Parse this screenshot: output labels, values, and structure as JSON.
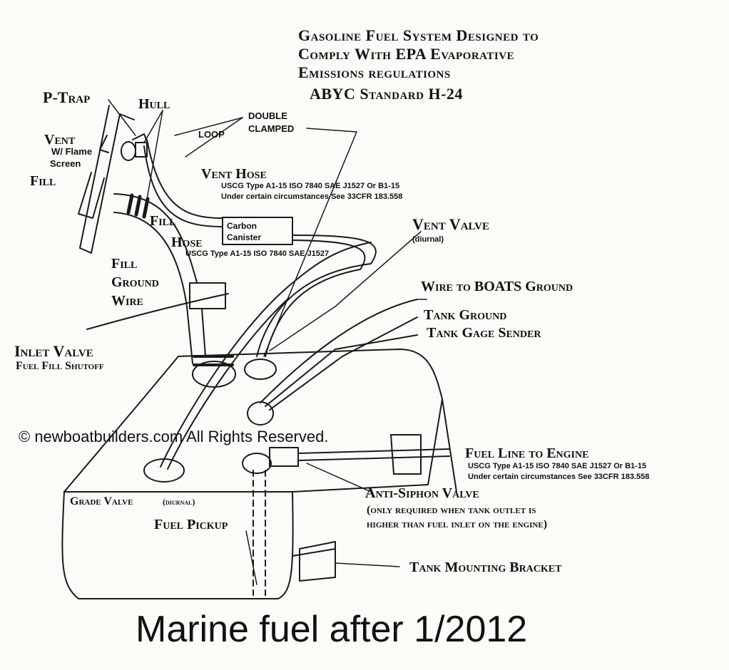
{
  "header": {
    "line1": "Gasoline Fuel System Designed to",
    "line2": "Comply With EPA Evaporative",
    "line3": "Emissions regulations",
    "line4": "ABYC Standard H-24"
  },
  "labels": {
    "p_trap": "P-Trap",
    "hull": "Hull",
    "double": "DOUBLE",
    "clamped": "CLAMPED",
    "loop": "LOOP",
    "vent": "Vent",
    "w_flame": "W/ Flame",
    "screen": "Screen",
    "fill": "Fill",
    "vent_hose": "Vent Hose",
    "vent_hose_spec1": "USCG Type A1-15 ISO 7840 SAE J1527 Or B1-15",
    "vent_hose_spec2": "Under certain circumstances See 33CFR 183.558",
    "fill_hose_1": "Fill",
    "fill_hose_2": "Hose",
    "carbon": "Carbon",
    "canister": "Canister",
    "fill_hose_spec": "USCG Type A1-15   ISO 7840     SAE J1527",
    "vent_valve": "Vent Valve",
    "diurnal": "(diurnal)",
    "fill_ground_1": "Fill",
    "fill_ground_2": "Ground",
    "fill_ground_3": "Wire",
    "wire_to_ground": "Wire to BOATS Ground",
    "tank_ground": "Tank Ground",
    "tank_gage": "Tank Gage Sender",
    "inlet_valve": "Inlet Valve",
    "inlet_sub": "Fuel Fill Shutoff",
    "copyright": "© newboatbuilders.com   All Rights Reserved.",
    "fuel_line": "Fuel Line to Engine",
    "fuel_line_spec1": "USCG Type A1-15 ISO 7840 SAE J1527 Or B1-15",
    "fuel_line_spec2": "Under certain circumstances See 33CFR 183.558",
    "anti_siphon": "Anti-Siphon Valve",
    "anti_note1": "(only required when tank outlet is",
    "anti_note2": "higher than fuel inlet on the engine)",
    "grade_valve": "Grade Valve",
    "grade_diurnal": "(diurnal)",
    "fuel_pickup": "Fuel Pickup",
    "mounting": "Tank Mounting Bracket"
  },
  "caption": "Marine fuel after 1/2012"
}
